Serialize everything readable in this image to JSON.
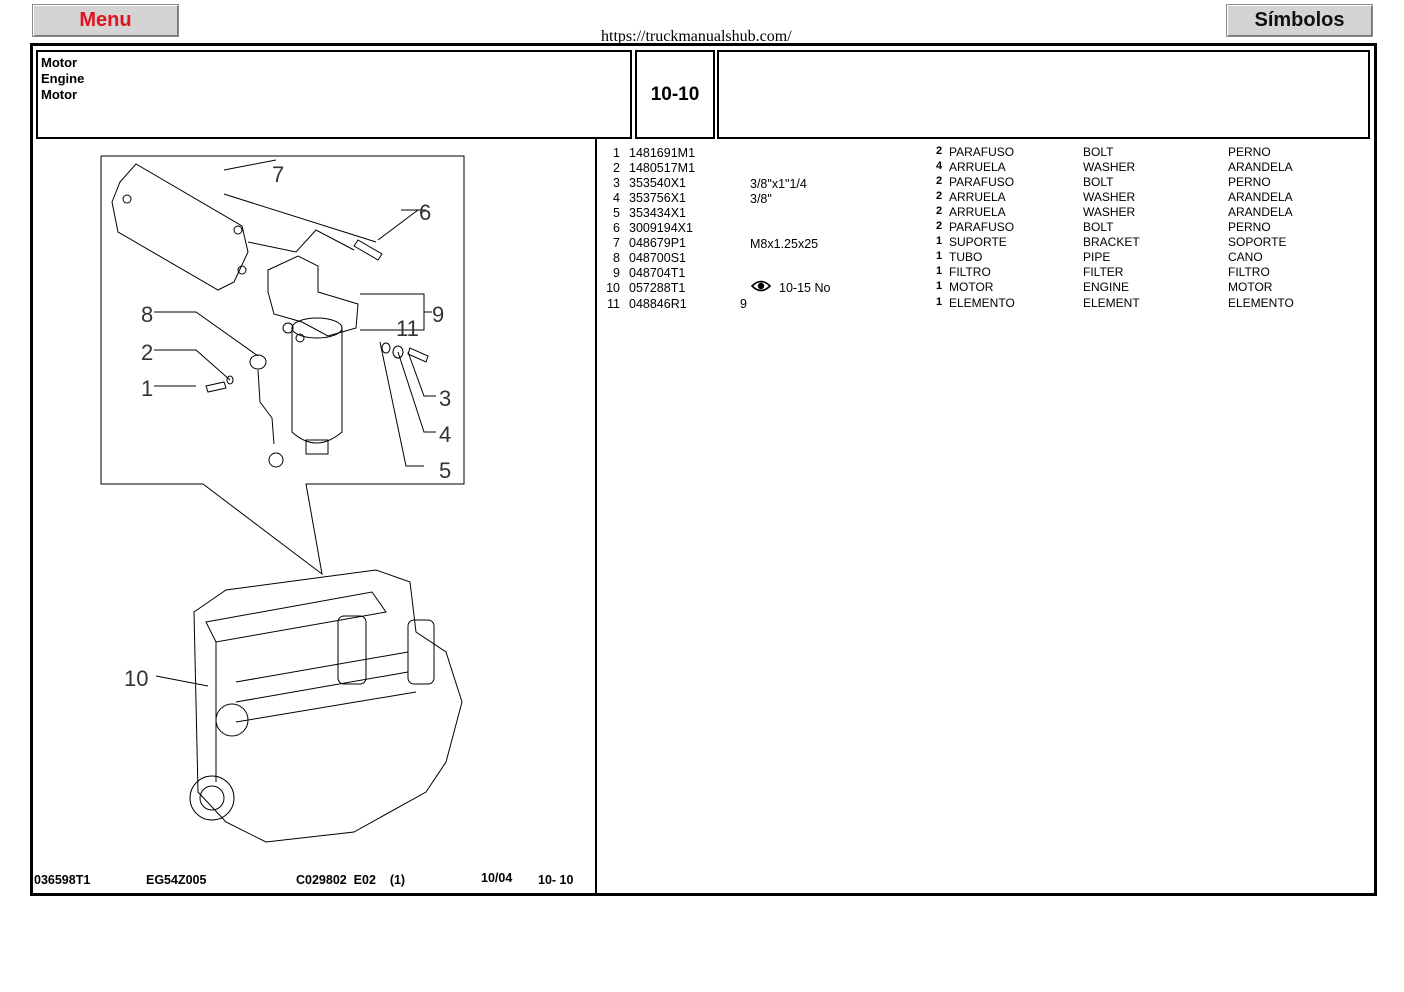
{
  "header": {
    "menu_label": "Menu",
    "symbols_label": "Símbolos",
    "url": "https://truckmanualshub.com/"
  },
  "title": {
    "line1": "Motor",
    "line2": "Engine",
    "line3": "Motor",
    "code": "10-10"
  },
  "parts": [
    {
      "n": "1",
      "pn": "1481691M1",
      "spec": "",
      "qty": "2",
      "pt": "PARAFUSO",
      "en": "BOLT",
      "es": "PERNO"
    },
    {
      "n": "2",
      "pn": "1480517M1",
      "spec": "",
      "qty": "4",
      "pt": "ARRUELA",
      "en": "WASHER",
      "es": "ARANDELA"
    },
    {
      "n": "3",
      "pn": "353540X1",
      "spec": "3/8\"x1\"1/4",
      "qty": "2",
      "pt": "PARAFUSO",
      "en": "BOLT",
      "es": "PERNO"
    },
    {
      "n": "4",
      "pn": "353756X1",
      "spec": "3/8\"",
      "qty": "2",
      "pt": "ARRUELA",
      "en": "WASHER",
      "es": "ARANDELA"
    },
    {
      "n": "5",
      "pn": "353434X1",
      "spec": "",
      "qty": "2",
      "pt": "ARRUELA",
      "en": "WASHER",
      "es": "ARANDELA"
    },
    {
      "n": "6",
      "pn": "3009194X1",
      "spec": "",
      "qty": "2",
      "pt": "PARAFUSO",
      "en": "BOLT",
      "es": "PERNO"
    },
    {
      "n": "7",
      "pn": "048679P1",
      "spec": "M8x1.25x25",
      "qty": "1",
      "pt": "SUPORTE",
      "en": "BRACKET",
      "es": "SOPORTE"
    },
    {
      "n": "8",
      "pn": "048700S1",
      "spec": "",
      "qty": "1",
      "pt": "TUBO",
      "en": "PIPE",
      "es": "CANO"
    },
    {
      "n": "9",
      "pn": "048704T1",
      "spec": "",
      "qty": "1",
      "pt": "FILTRO",
      "en": "FILTER",
      "es": "FILTRO"
    },
    {
      "n": "10",
      "pn": "057288T1",
      "spec": "10-15 No",
      "qty": "1",
      "pt": "MOTOR",
      "en": "ENGINE",
      "es": "MOTOR"
    },
    {
      "n": "11",
      "pn": "048846R1",
      "spec": "9",
      "qty": "1",
      "pt": "ELEMENTO",
      "en": "ELEMENT",
      "es": "ELEMENTO"
    }
  ],
  "footer": {
    "f1": "036598T1",
    "f2": "EG54Z005",
    "f3": "C029802  E02    (1)",
    "f4": "10/04",
    "f5": "10- 10"
  },
  "callouts": {
    "c1": "1",
    "c2": "2",
    "c3": "3",
    "c4": "4",
    "c5": "5",
    "c6": "6",
    "c7": "7",
    "c8": "8",
    "c9": "9",
    "c10": "10",
    "c11": "11"
  },
  "icons": {
    "view": "eye-icon"
  }
}
